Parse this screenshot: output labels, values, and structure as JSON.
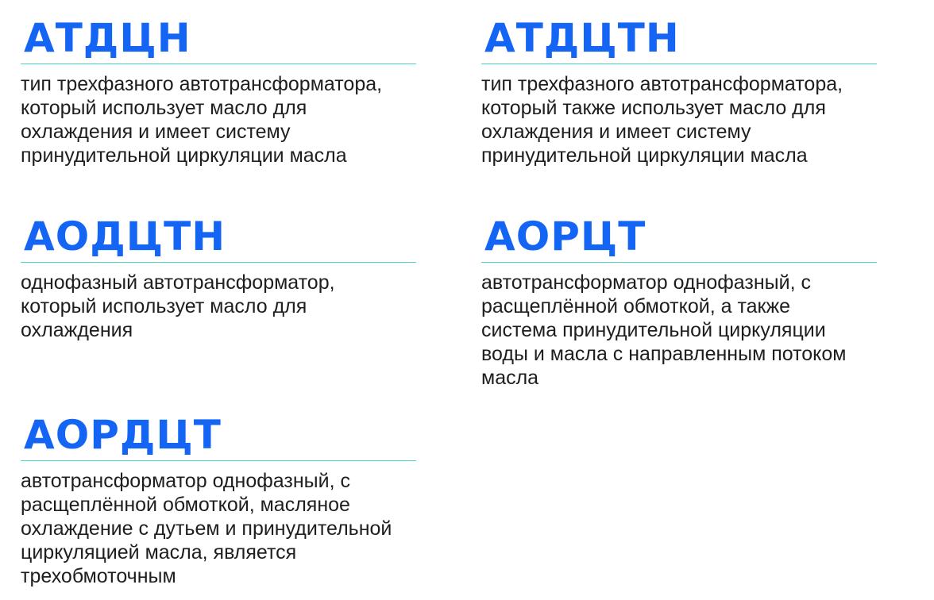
{
  "cards": [
    {
      "title": "АТДЦН",
      "lines": [
        "тип трехфазного автотрансформатора,",
        "который использует масло для",
        "охлаждения и имеет систему",
        "принудительной циркуляции масла"
      ]
    },
    {
      "title": "АТДЦТН",
      "lines": [
        "тип трехфазного автотрансформатора,",
        "который также использует масло для",
        "охлаждения и имеет систему",
        "принудительной циркуляции масла"
      ]
    },
    {
      "title": "АОДЦТН",
      "lines": [
        "однофазный автотрансформатор,",
        "который использует масло для",
        "охлаждения"
      ]
    },
    {
      "title": "АОРЦТ",
      "lines": [
        "автотрансформатор однофазный, с",
        "расщеплённой обмоткой, а также",
        "система принудительной циркуляции",
        "воды и масла с направленным потоком",
        "масла"
      ]
    },
    {
      "title": "АОРДЦТ",
      "lines": [
        "автотрансформатор однофазный, с",
        "расщеплённой обмоткой, масляное",
        "охлаждение с дутьем и принудительной",
        "циркуляцией масла, является",
        "трехобмоточным"
      ]
    }
  ],
  "colors": {
    "title": "#1565f5",
    "divider": "#4dd3c6",
    "text": "#1e1e1e",
    "background": "#ffffff"
  }
}
